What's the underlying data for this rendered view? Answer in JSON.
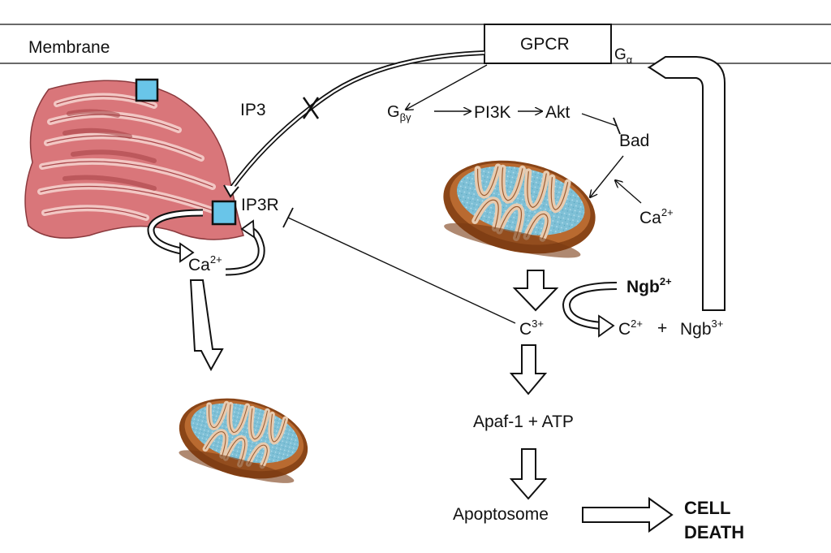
{
  "membrane_label": "Membrane",
  "gpcr_label": "GPCR",
  "g_alpha": {
    "base": "G",
    "sub": "α"
  },
  "g_beta_gamma": {
    "base": "G",
    "sub": "βγ"
  },
  "ip3_label": "IP3",
  "ip3r_label": "IP3R",
  "pi3k_label": "PI3K",
  "akt_label": "Akt",
  "bad_label": "Bad",
  "ca_left": {
    "base": "Ca",
    "sup": "2+"
  },
  "ca_right": {
    "base": "Ca",
    "sup": "2+"
  },
  "ngb2": {
    "base": "Ngb",
    "sup": "2+"
  },
  "c3": {
    "base": "C",
    "sup": "3+"
  },
  "c2": {
    "base": "C",
    "sup": "2+"
  },
  "plus_sign": "+",
  "ngb3": {
    "base": "Ngb",
    "sup": "3+"
  },
  "apaf_label": "Apaf-1 + ATP",
  "apoptosome_label": "Apoptosome",
  "cell_death": {
    "line1": "CELL",
    "line2": "DEATH"
  },
  "colors": {
    "er_fill": "#d9767a",
    "er_dark": "#a94448",
    "er_light": "#f2c7c4",
    "receptor_fill": "#69c5e9",
    "mito_outer": "#a65a26",
    "mito_inner": "#7fc0d6",
    "mito_cristae": "#e7cbb0",
    "line": "#111111"
  }
}
